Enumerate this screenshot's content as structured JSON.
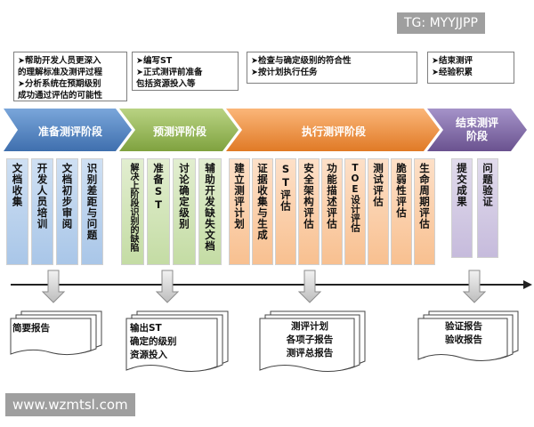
{
  "watermarks": {
    "top": "TG: MYYJJPP",
    "bottom": "www.wzmtsl.com"
  },
  "notes": {
    "prep": [
      "➤帮助开发人员更深入",
      "的理解标准及测评过程",
      "➤分析系统在预期级别",
      "成功通过评估的可能性"
    ],
    "pre": [
      "➤编写ST",
      "➤正式测评前准备",
      "包括资源投入等"
    ],
    "exec": [
      "➤检查与确定级别的符合性",
      "➤按计划执行任务"
    ],
    "end": [
      "➤结束测评",
      "➤经验积累"
    ]
  },
  "phases": [
    "准备测评阶段",
    "预测评阶段",
    "执行测评阶段",
    "结束测评阶段"
  ],
  "tasks": {
    "prep": [
      "文档收集",
      "开发人员培训",
      "文档初步审阅",
      "识别差距与问题"
    ],
    "pre": [
      "解决上阶段识别的缺陷",
      "准备ST",
      "讨论确定级别",
      "辅助开发缺失文档"
    ],
    "exec": [
      "建立测评计划",
      "证据收集与生成",
      "ST评估",
      "安全架构评估",
      "功能描述评估",
      "TOE设计评估",
      "测试评估",
      "脆弱性评估",
      "生命周期评估"
    ],
    "end": [
      "提交成果",
      "问题验证"
    ]
  },
  "outputs": {
    "prep": [
      "简要报告"
    ],
    "pre": [
      "输出ST",
      "确定的级别",
      "资源投入"
    ],
    "exec": [
      "测评计划",
      "各项子报告",
      "测评总报告"
    ],
    "end": [
      "验证报告",
      "验收报告"
    ]
  },
  "colors": {
    "prep": "#4f81bd",
    "pre": "#9bbb59",
    "exec": "#f79646",
    "end": "#8064a2"
  }
}
